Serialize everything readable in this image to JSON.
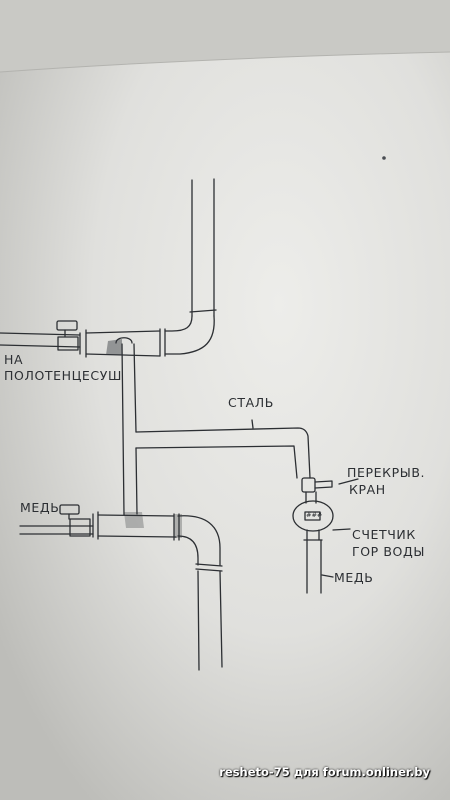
{
  "labels": {
    "na": "НА",
    "polotencesush": "ПОЛОТЕНЦЕСУШ",
    "stal": "СТАЛЬ",
    "perekryv": "ПЕРЕКРЫВ.",
    "kran": "КРАН",
    "schetchik": "СЧЕТЧИК",
    "gor_vody": "ГОР ВОДЫ",
    "med_right": "МЕДЬ",
    "med_left": "МЕДЬ"
  },
  "meter_reading": "###",
  "watermark": "resheto-75 для forum.onliner.by",
  "colors": {
    "paper_light": "#ebebe8",
    "paper_shadow": "#c4c4c0",
    "ink": "#2c2f33"
  }
}
